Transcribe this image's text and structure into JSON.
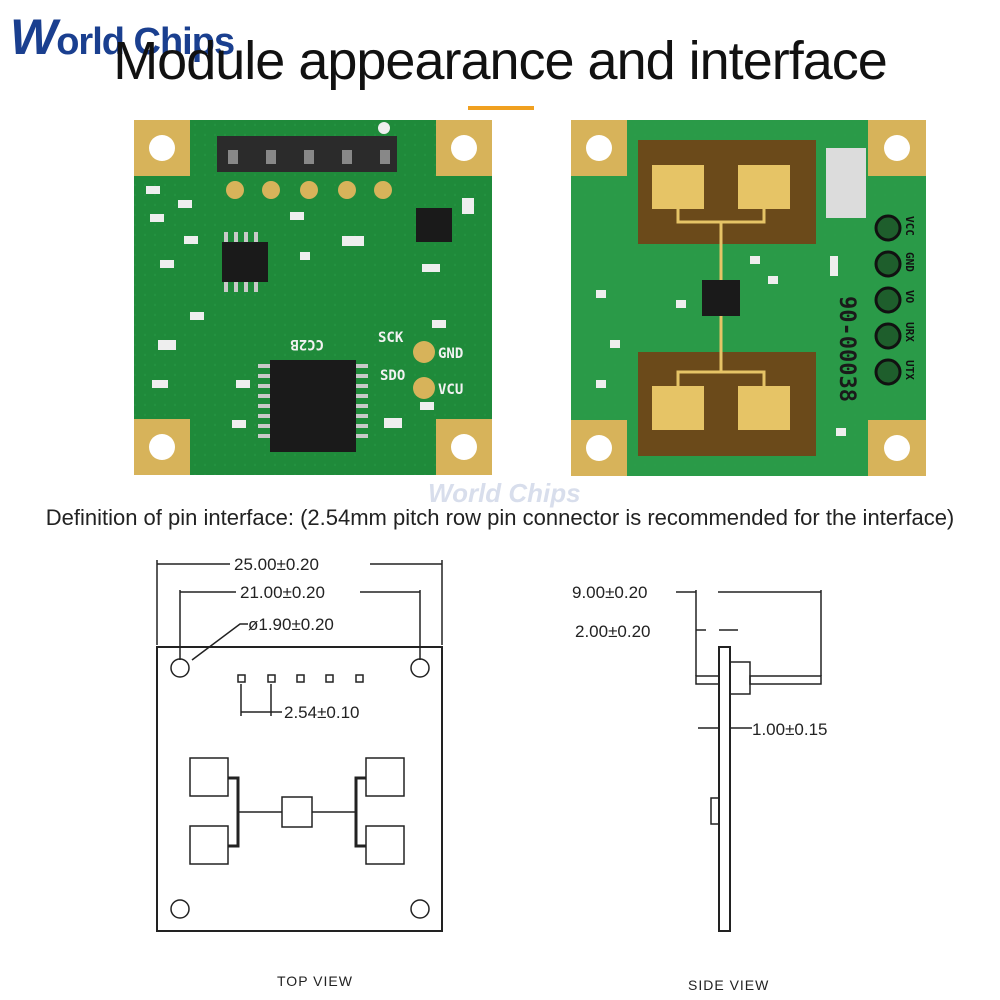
{
  "brand": {
    "logo_initial": "W",
    "logo_rest": "orld Chips",
    "watermark": "World Chips"
  },
  "header": {
    "title": "Module appearance and interface"
  },
  "photo_front": {
    "silkscreen": {
      "part": "CC2B",
      "sck": "SCK",
      "sdo": "SDO",
      "gnd": "GND",
      "vcu": "VCU"
    }
  },
  "photo_back": {
    "serial": "90-00038",
    "pins": [
      "VCC",
      "GND",
      "VO",
      "URX",
      "UTX"
    ]
  },
  "pin_definition": "Definition of pin interface: (2.54mm pitch row pin connector is recommended for the interface)",
  "top_view": {
    "dim_width": "25.00±0.20",
    "dim_hole_spacing": "21.00±0.20",
    "dim_hole_diameter": "ø1.90±0.20",
    "dim_pin_pitch": "2.54±0.10",
    "label": "TOP VIEW"
  },
  "side_view": {
    "dim_overall": "9.00±0.20",
    "dim_header": "2.00±0.20",
    "dim_board": "1.00±0.15",
    "label": "SIDE VIEW"
  },
  "colors": {
    "pcb_green": "#1f8a3a",
    "gold": "#d7b35a",
    "logo_blue": "#1a3f8f",
    "accent": "#f0a020"
  }
}
